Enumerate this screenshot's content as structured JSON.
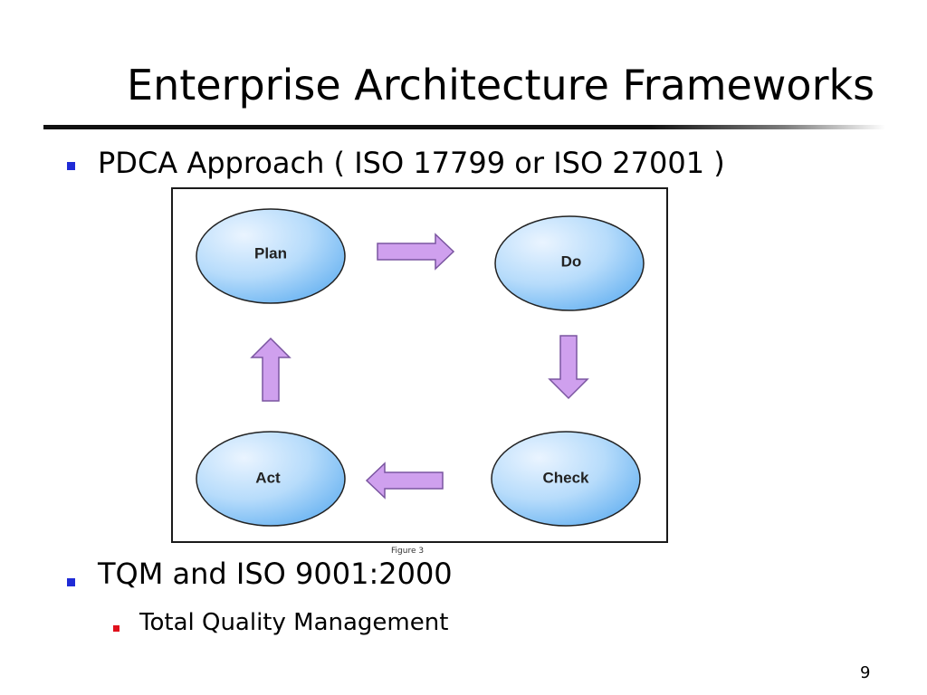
{
  "slide": {
    "title": "Enterprise Architecture Frameworks",
    "bullets": [
      {
        "text": "PDCA Approach ( ISO 17799 or ISO 27001 )"
      },
      {
        "text": "TQM and ISO 9001:2000",
        "sub": [
          {
            "text": "Total Quality Management"
          }
        ]
      }
    ],
    "page_number": "9"
  },
  "figure": {
    "caption": "Figure 3",
    "nodes": {
      "plan": "Plan",
      "do": "Do",
      "check": "Check",
      "act": "Act"
    },
    "colors": {
      "node_fill_light": "#eaf4ff",
      "node_fill_dark": "#6fb6f2",
      "node_stroke": "#222222",
      "arrow_fill": "#cfa0ee",
      "arrow_stroke": "#7a55a0",
      "bullet_l1": "#1f2bd6",
      "bullet_l2": "#e0101c"
    },
    "arrows": [
      {
        "from": "Plan",
        "to": "Do",
        "direction": "right"
      },
      {
        "from": "Do",
        "to": "Check",
        "direction": "down"
      },
      {
        "from": "Check",
        "to": "Act",
        "direction": "left"
      },
      {
        "from": "Act",
        "to": "Plan",
        "direction": "up"
      }
    ]
  }
}
